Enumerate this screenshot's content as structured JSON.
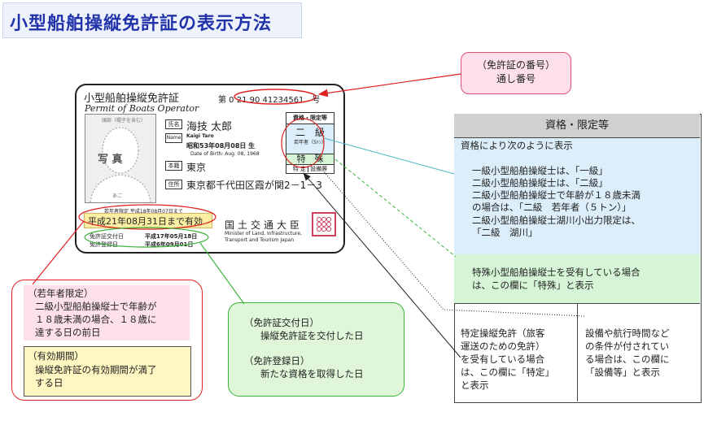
{
  "title": "小型船舶操縦免許証の表示方法",
  "license": {
    "title_jp": "小型船舶操縦免許証",
    "title_en": "Permit of Boats  Operator",
    "number_line": "第 0 21 90 41234561　号",
    "photo_label": "写 真",
    "photo_top": "頭部（帽子を含む）",
    "photo_bottom": "あご",
    "label_name": "氏名",
    "name": "海技 太郎",
    "label_name_en": "Name",
    "name_roman": "Kaigi Taro",
    "birth": "昭和53年08月08日 生",
    "birth_en": "Date of Birth: Aug. 08, 1968",
    "label_honseki": "本籍",
    "honseki": "東京",
    "label_address": "住所",
    "address": "東京都千代田区霞が関2－1－3",
    "qual_header": "資格・限定等",
    "qual_grade": "二　級",
    "qual_young": "若年者（5ﾄﾝ）",
    "qual_special": "特　殊",
    "qual_tokutei": "特 定",
    "qual_setsubi": "設備等",
    "young_limit_small": "若年者限定 平成18年08月07日まで",
    "valid_until": "平成21年08月31日まで有効",
    "issue_label": "免許証交付日",
    "issue_date": "平成17年05月18日",
    "register_label": "免許登録日",
    "register_date": "平成6年09月01日",
    "minister": "国土交通大臣",
    "minister_en_1": "Minister of Land, Infrastructure,",
    "minister_en_2": "Transport  and  Tourism Japan"
  },
  "callouts": {
    "number_1": "（免許証の番号）",
    "number_2": "通し番号",
    "young_head": "（若年者限定）",
    "young_1": "二級小型船舶操縦士で年齢が",
    "young_2": "１８歳未満の場合、１８歳に",
    "young_3": "達する日の前日",
    "valid_head": "（有効期間）",
    "valid_1": "操縦免許証の有効期間が満了",
    "valid_2": "する日",
    "issue_head": "（免許証交付日）",
    "issue_body": "操縦免許証を交付した日",
    "register_head": "（免許登録日）",
    "register_body": "新たな資格を取得した日"
  },
  "table": {
    "header": "資格・限定等",
    "intro": "資格により次のように表示",
    "lines": [
      "一級小型船舶操縦士は、「一級」",
      "二級小型船舶操縦士は、「二級」",
      "二級小型船舶操縦士で年齢が１８歳未満",
      "の場合は、「二級　若年者（５トン）」",
      "二級小型船舶操縦士湖川小出力限定は、",
      "「二級　湖川」"
    ],
    "special_1": "特殊小型船舶操縦士を受有している場合",
    "special_2": "は、この欄に「特殊」と表示",
    "tokutei": [
      "特定操縦免許（旅客",
      "運送のための免許）",
      "を受有している場合",
      "は、この欄に「特定」",
      "と表示"
    ],
    "setsubi": [
      "設備や航行時間など",
      "の条件が付されてい",
      "る場合は、この欄に",
      "「設備等」と表示"
    ]
  },
  "colors": {
    "title": "#2233aa",
    "red": "#e02020",
    "green": "#3cb33c",
    "pink": "#fde0ea",
    "blue_panel": "#dbeef9",
    "green_panel": "#d6f5d6",
    "yellow": "#fbeea2"
  }
}
